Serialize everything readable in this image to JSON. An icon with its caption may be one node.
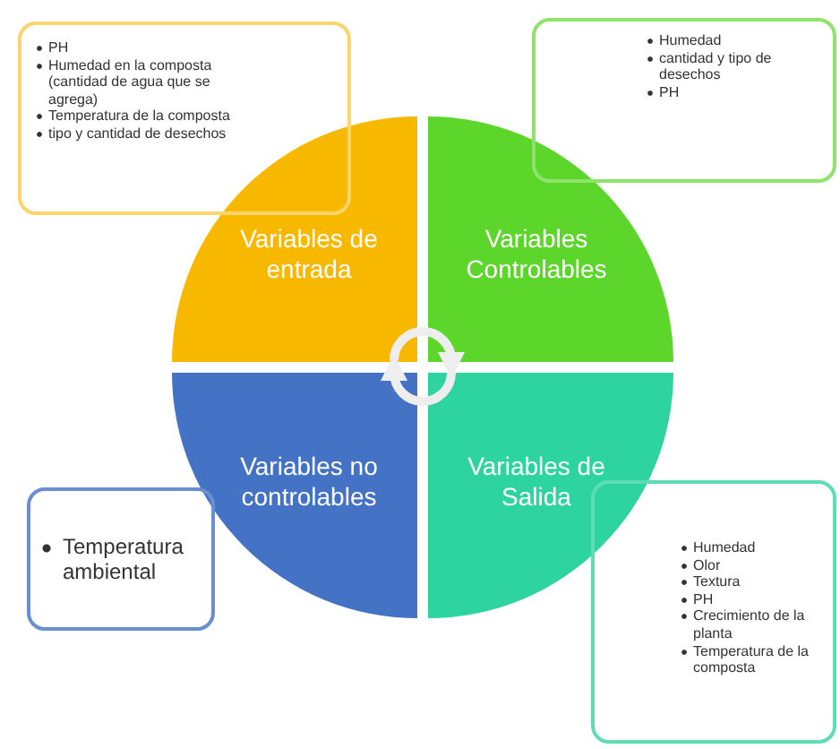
{
  "diagram": {
    "nodes": [
      {
        "text": [
          "Variables de entrada"
        ]
      },
      {
        "text": [
          "Variables Controlables"
        ]
      },
      {
        "text": [
          "Variables no controlables"
        ]
      },
      {
        "text": [
          "Variables de Salida"
        ]
      },
      {
        "text": [
          "PH",
          "Humedad en la composta (cantidad de agua que se agrega)",
          "Temperatura de la composta",
          "tipo y cantidad de desechos"
        ]
      },
      {
        "text": [
          "Humedad",
          "cantidad y tipo de desechos",
          "PH"
        ]
      },
      {
        "text": [
          "Temperatura ambiental"
        ]
      },
      {
        "text": [
          "Humedad",
          "Olor",
          "Textura",
          "PH",
          "Crecimiento de la planta",
          "Temperatura de la composta"
        ]
      }
    ],
    "edges": [
      {
        "from": 0,
        "to": 1,
        "arrow": "to"
      },
      {
        "from": 3,
        "to": 2,
        "arrow": "to"
      }
    ]
  }
}
